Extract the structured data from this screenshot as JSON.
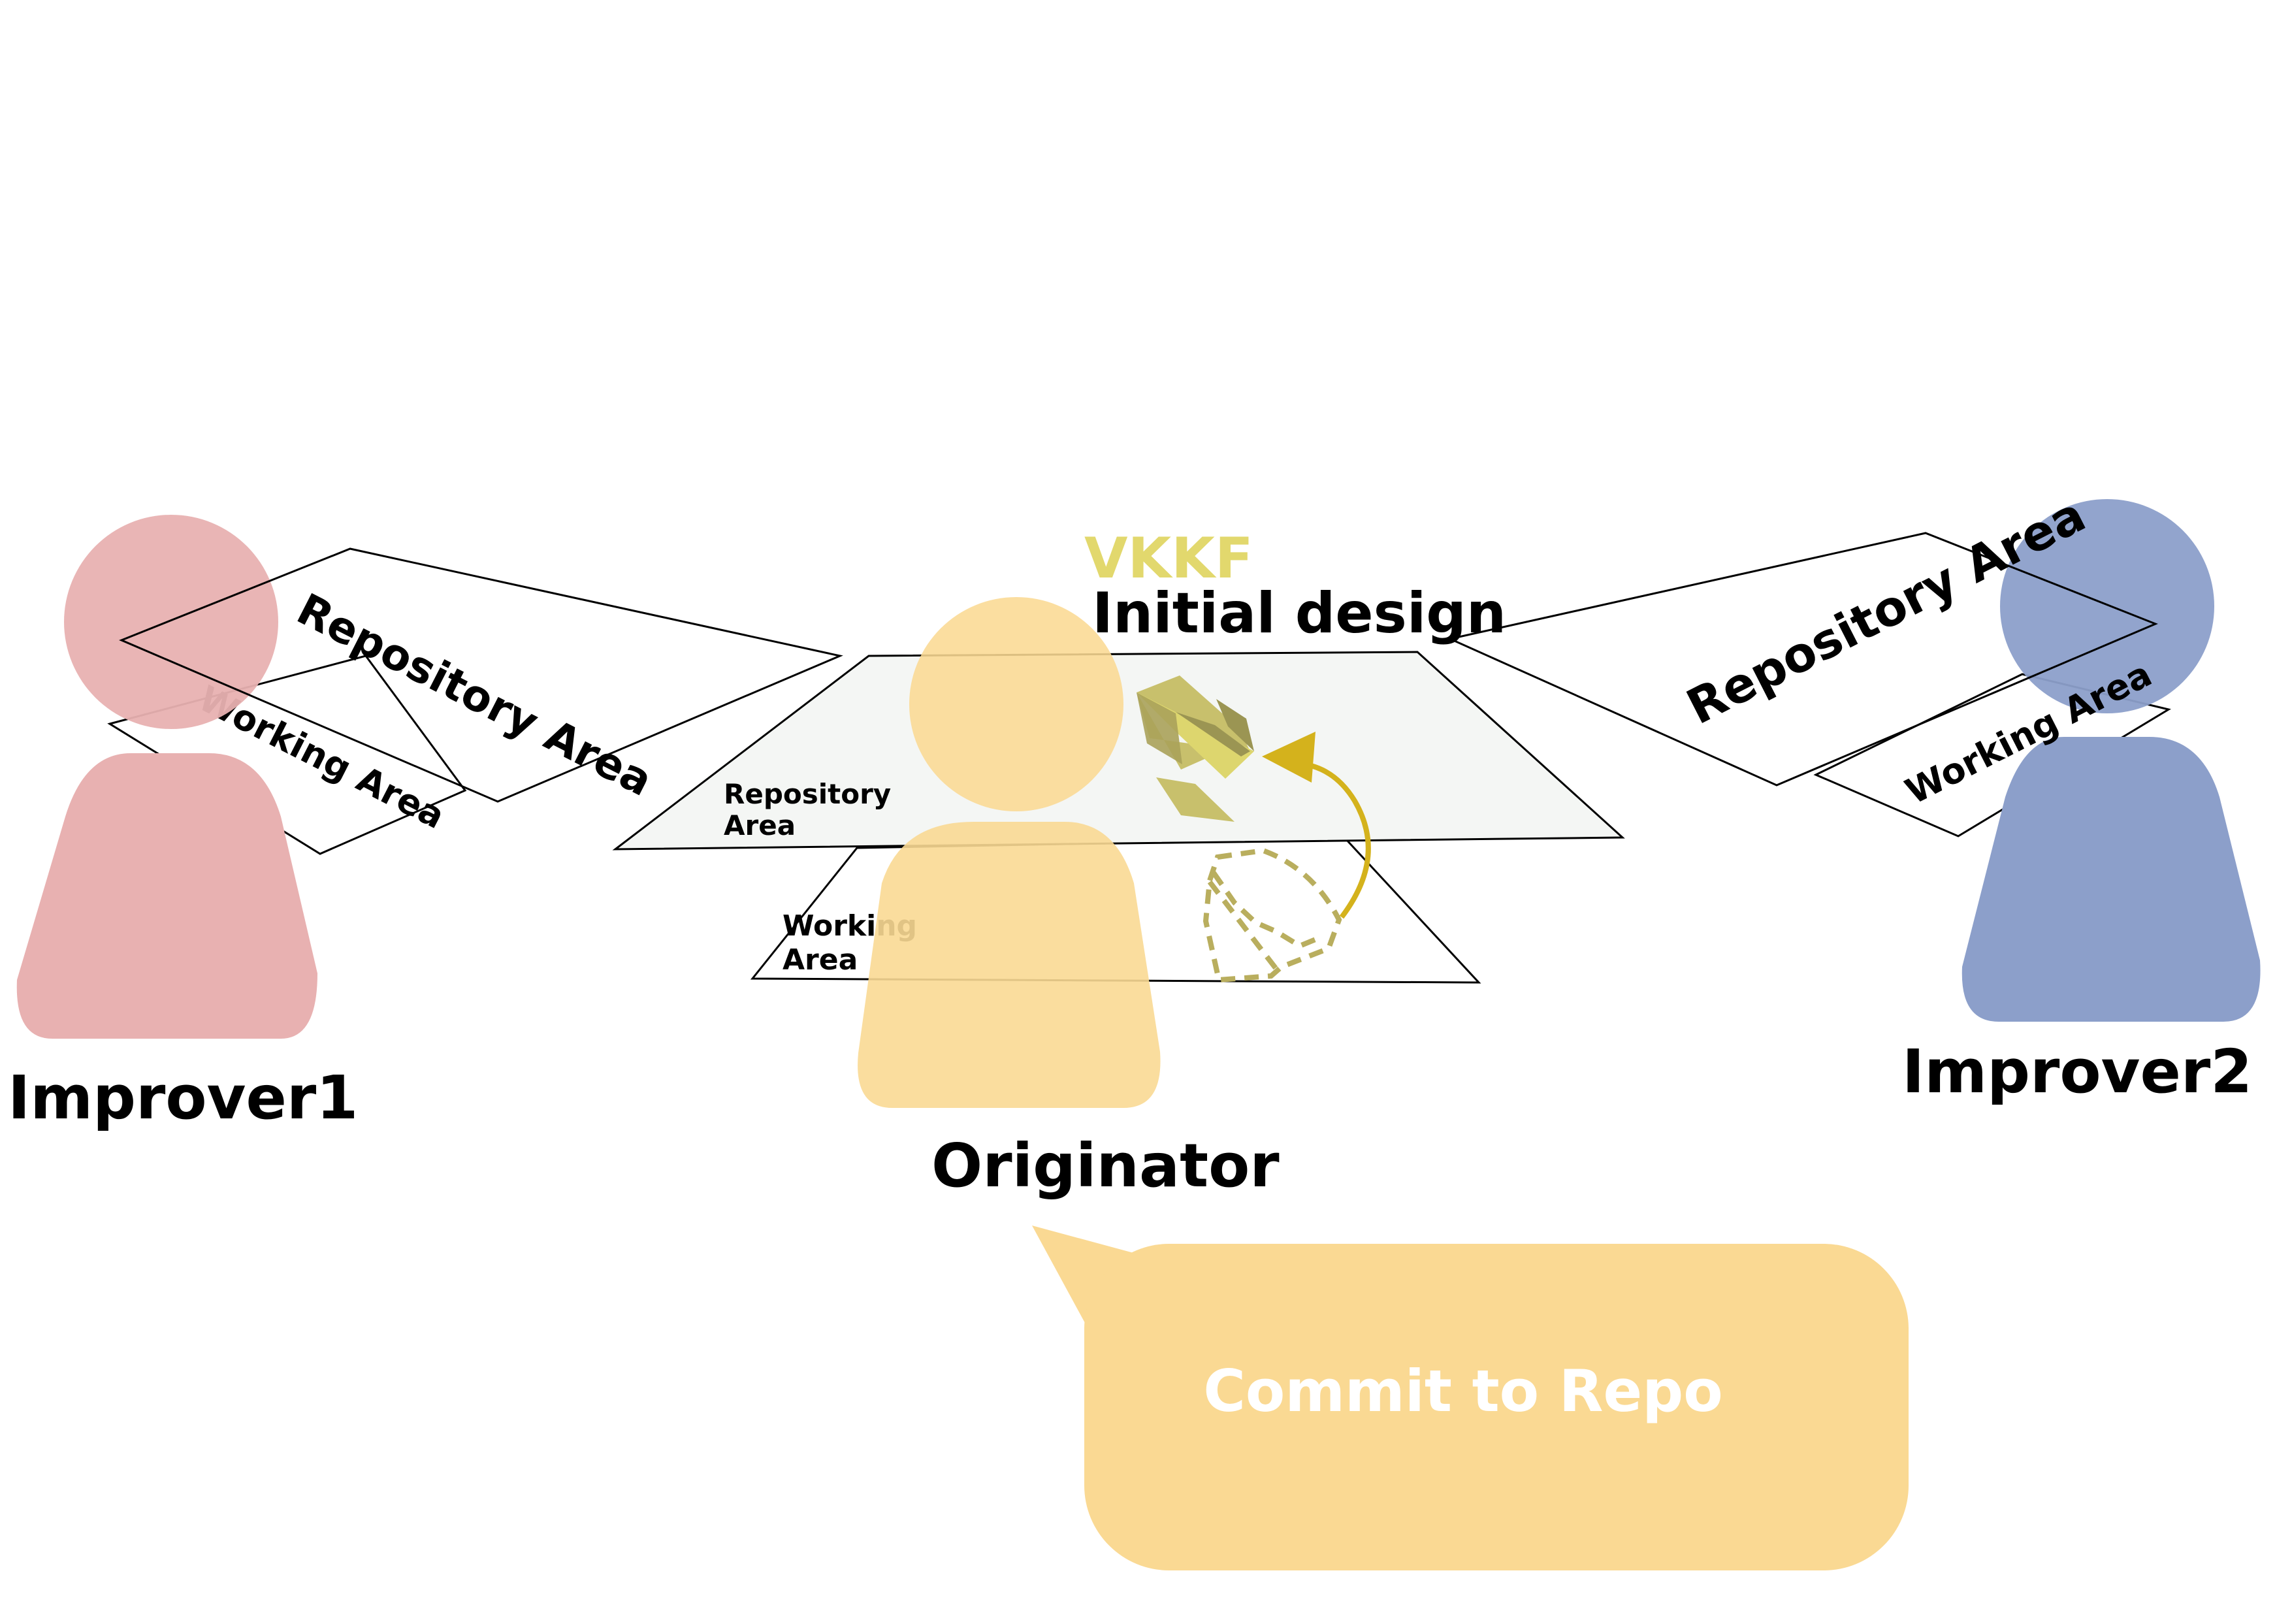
{
  "title": {
    "vkkf": "VKKF",
    "initial_design": "Initial design"
  },
  "improver1": {
    "name": "Improver1",
    "repository_label": "Repository Area",
    "working_label": "Working Area"
  },
  "improver2": {
    "name": "Improver2",
    "repository_label": "Repository Area",
    "working_label": "Working Area"
  },
  "originator": {
    "name": "Originator",
    "repository_label_line1": "Repository",
    "repository_label_line2": "Area",
    "working_label_line1": "Working",
    "working_label_line2": "Area"
  },
  "speech_bubble": {
    "text": "Commit to Repo"
  },
  "colors": {
    "improver1": "#e8b1b1",
    "improver2": "#8c9fca",
    "originator": "#fad993",
    "vkkf": "#e2d86d",
    "plane_light": "#ddd66e",
    "plane_dark": "#9b9553",
    "plane_mid": "#c8c06c",
    "arrow": "#d4b21c",
    "dashed": "#b9ae5e",
    "repo_fill": "#f4f6f4",
    "bubble_text": "#ffffff"
  }
}
